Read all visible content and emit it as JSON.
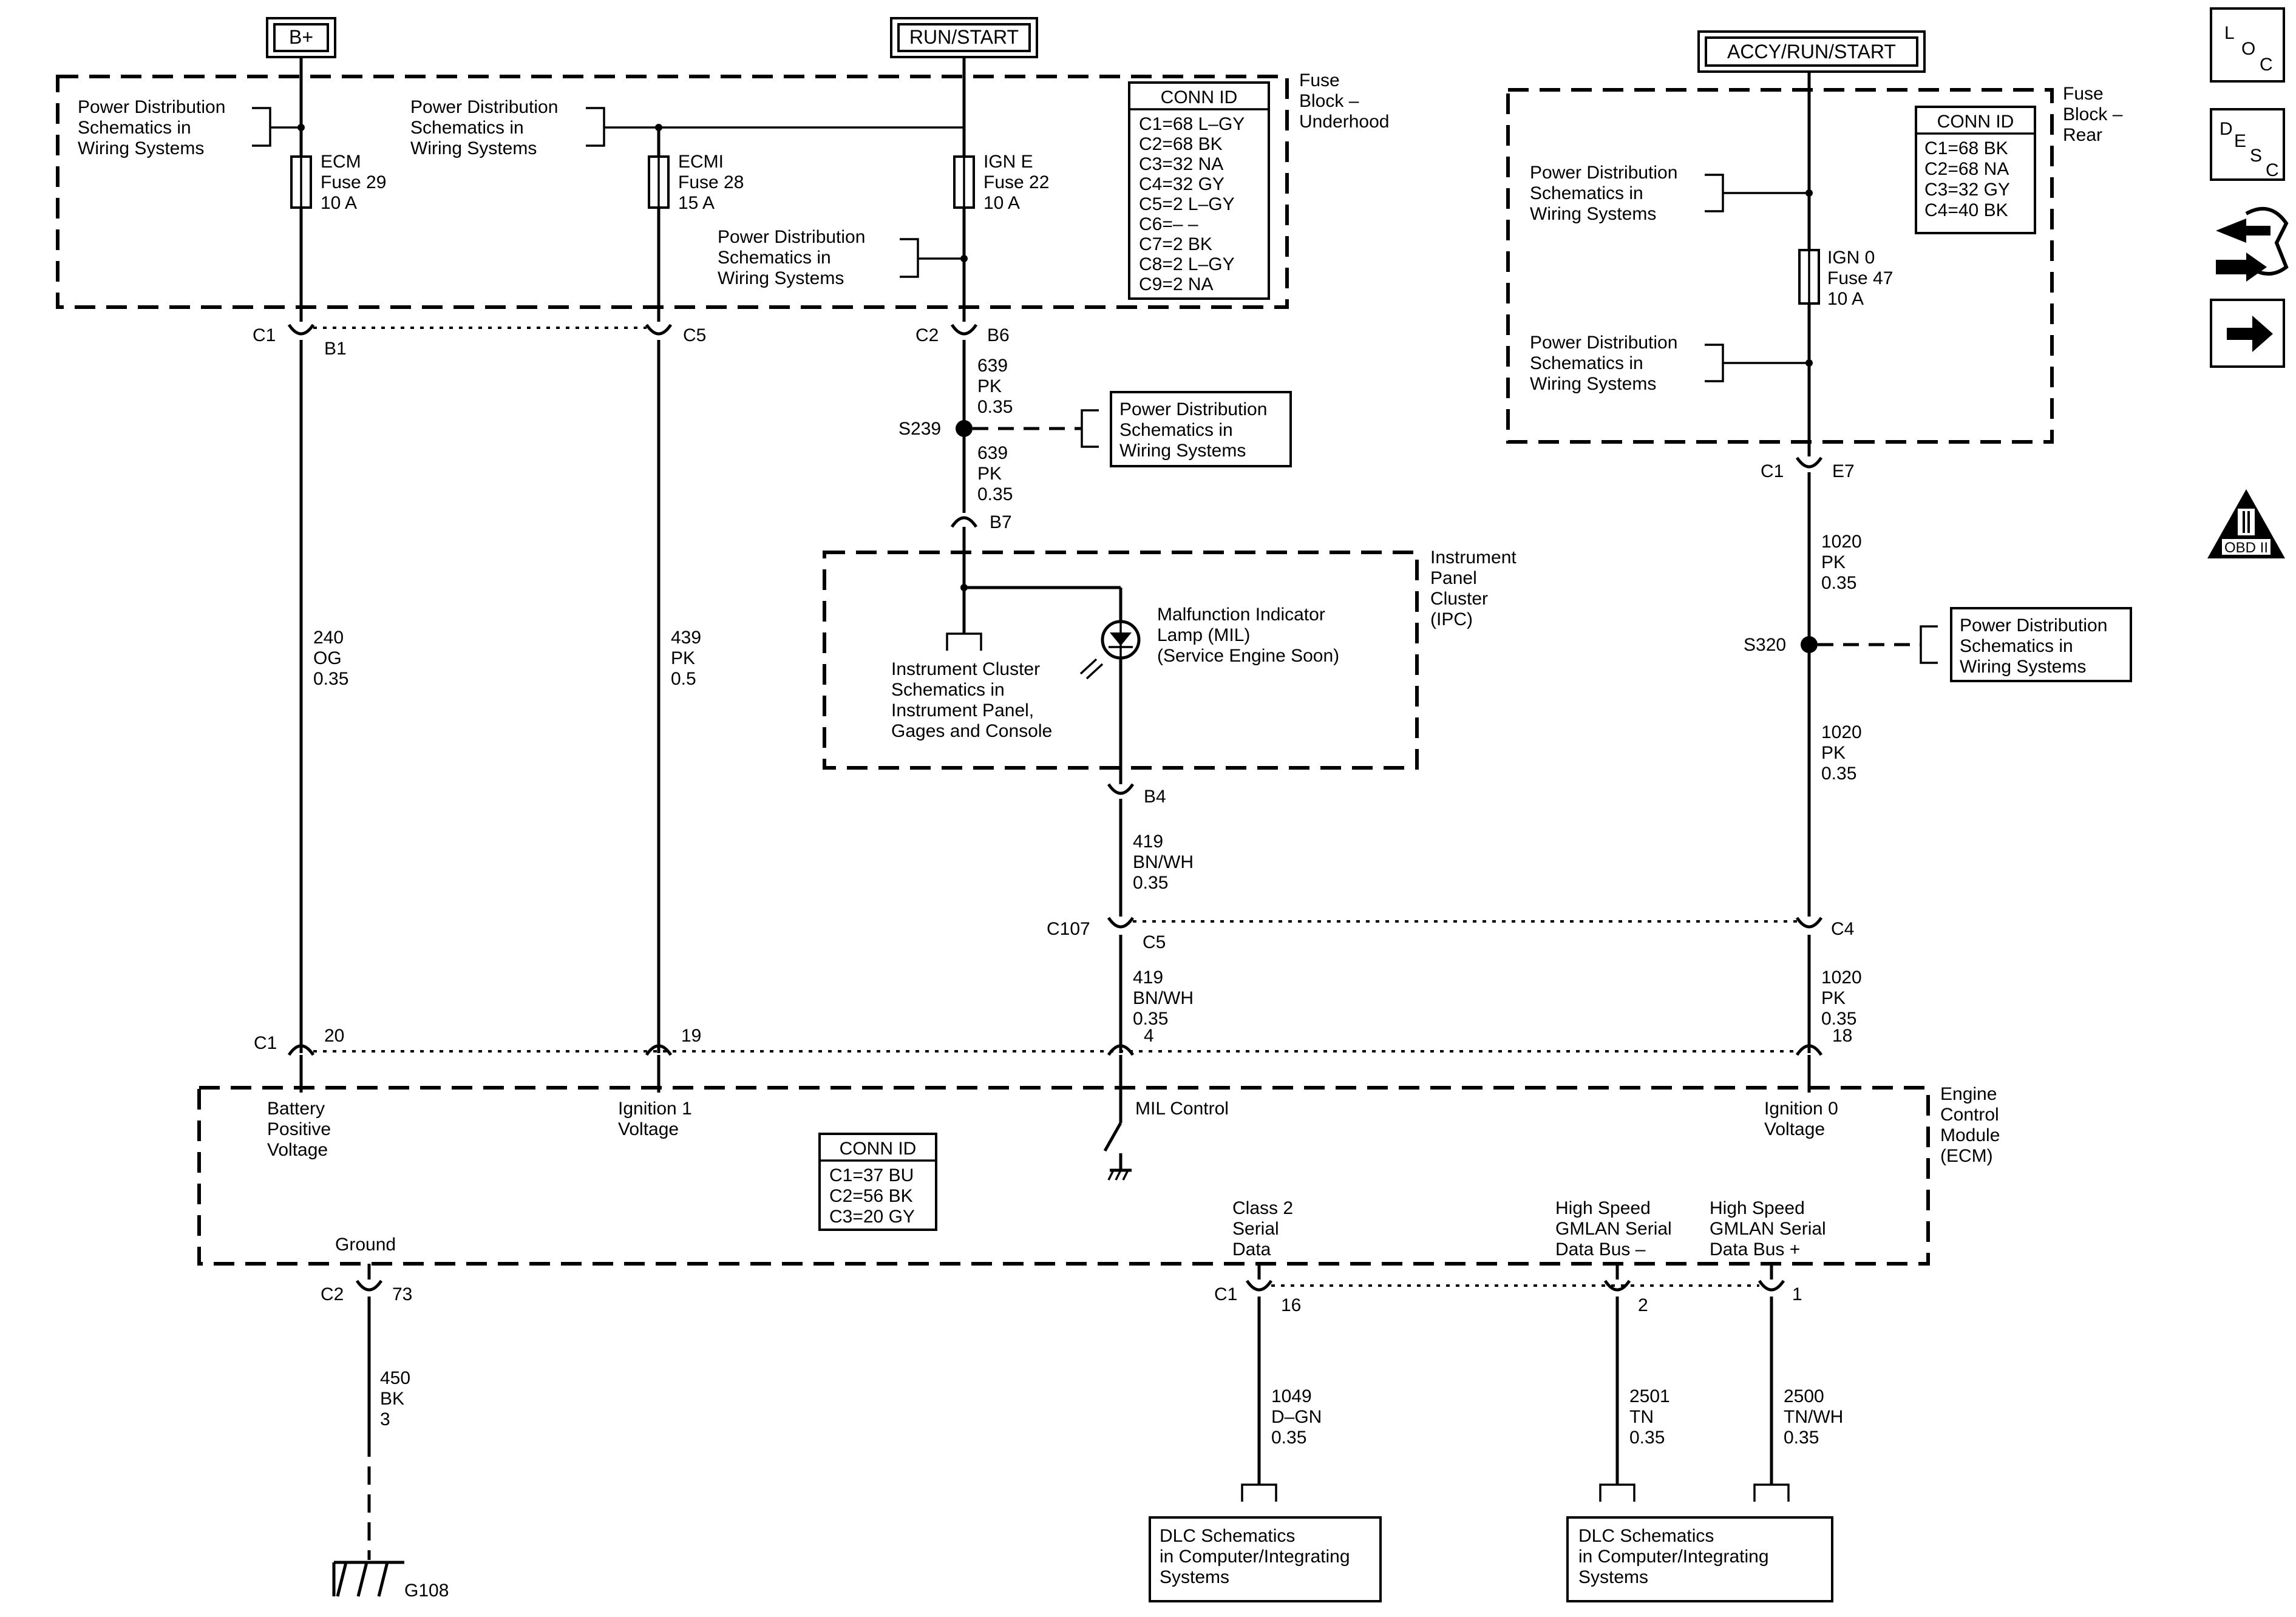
{
  "power_sources": {
    "bplus": "B+",
    "run_start": "RUN/START",
    "accy_run_start": "ACCY/RUN/START"
  },
  "pd_ref": [
    "Power Distribution",
    "Schematics in",
    "Wiring  Systems"
  ],
  "fuse_block_underhood": {
    "label": [
      "Fuse",
      "Block –",
      "Underhood"
    ],
    "conn_title": "CONN ID",
    "conn": [
      "C1=68 L–GY",
      "C2=68 BK",
      "C3=32 NA",
      "C4=32 GY",
      "C5=2 L–GY",
      "C6=– –",
      "C7=2 BK",
      "C8=2 L–GY",
      "C9=2 NA"
    ],
    "fuses": [
      {
        "name": "ECM",
        "fuse": "Fuse 29",
        "amp": "10 A"
      },
      {
        "name": "ECMI",
        "fuse": "Fuse 28",
        "amp": "15 A"
      },
      {
        "name": "IGN E",
        "fuse": "Fuse 22",
        "amp": "10 A"
      }
    ]
  },
  "fuse_block_rear": {
    "label": [
      "Fuse",
      "Block –",
      "Rear"
    ],
    "conn_title": "CONN ID",
    "conn": [
      "C1=68 BK",
      "C2=68 NA",
      "C3=32 GY",
      "C4=40 BK"
    ],
    "fuse": {
      "name": "IGN 0",
      "fuse": "Fuse 47",
      "amp": "10 A"
    }
  },
  "connectors": {
    "c1": "C1",
    "c2": "C2",
    "c5": "C5",
    "b1": "B1",
    "b6": "B6",
    "b7": "B7",
    "b4": "B4",
    "e7": "E7",
    "c107": "C107",
    "c4": "C4",
    "p20": "20",
    "p19": "19",
    "p4": "4",
    "p18": "18",
    "p73": "73",
    "p16": "16",
    "p2": "2",
    "p1": "1"
  },
  "splices": {
    "s239": "S239",
    "s320": "S320"
  },
  "wires": {
    "w240": [
      "240",
      "OG",
      "0.35"
    ],
    "w439": [
      "439",
      "PK",
      "0.5"
    ],
    "w639": [
      "639",
      "PK",
      "0.35"
    ],
    "w419": [
      "419",
      "BN/WH",
      "0.35"
    ],
    "w1020": [
      "1020",
      "PK",
      "0.35"
    ],
    "w450": [
      "450",
      "BK",
      "3"
    ],
    "w1049": [
      "1049",
      "D–GN",
      "0.35"
    ],
    "w2501": [
      "2501",
      "TN",
      "0.35"
    ],
    "w2500": [
      "2500",
      "TN/WH",
      "0.35"
    ]
  },
  "ipc": {
    "label": [
      "Instrument",
      "Panel",
      "Cluster",
      "(IPC)"
    ],
    "ref": [
      "Instrument Cluster",
      "Schematics in",
      "Instrument Panel,",
      "Gages and Console"
    ],
    "mil": [
      "Malfunction Indicator",
      "Lamp (MIL)",
      "(Service Engine Soon)"
    ]
  },
  "ecm": {
    "label": [
      "Engine",
      "Control",
      "Module",
      "(ECM)"
    ],
    "conn_title": "CONN ID",
    "conn": [
      "C1=37 BU",
      "C2=56 BK",
      "C3=20 GY"
    ],
    "battery": [
      "Battery",
      "Positive",
      "Voltage"
    ],
    "ign1": [
      "Ignition 1",
      "Voltage"
    ],
    "mil_control": "MIL Control",
    "ign0": [
      "Ignition 0",
      "Voltage"
    ],
    "ground": "Ground",
    "class2": [
      "Class 2",
      "Serial",
      "Data"
    ],
    "gmlan_minus": [
      "High Speed",
      "GMLAN Serial",
      "Data Bus –"
    ],
    "gmlan_plus": [
      "High Speed",
      "GMLAN Serial",
      "Data Bus +"
    ]
  },
  "dlc_ref": [
    "DLC Schematics",
    "in Computer/Integrating",
    "Systems"
  ],
  "ground_label": "G108",
  "sidebar": {
    "loc": [
      "L",
      "O",
      "C"
    ],
    "desc": [
      "D",
      "E",
      "S",
      "C"
    ],
    "obd": "OBD II",
    "obd_roman": "II"
  }
}
